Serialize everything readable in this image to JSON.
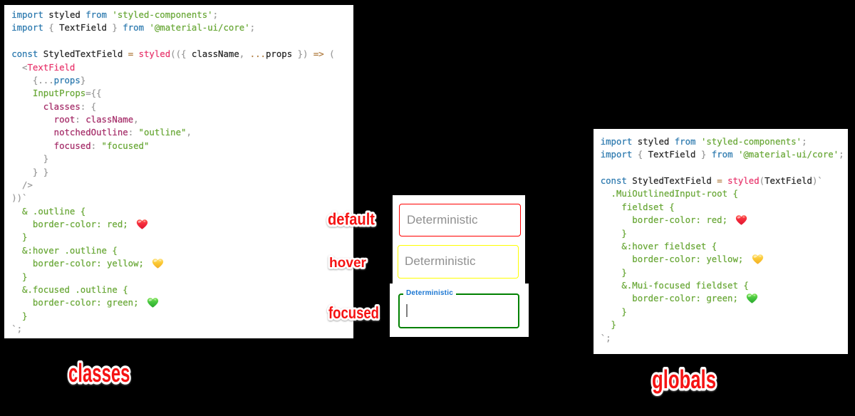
{
  "window": {
    "background": "#000000"
  },
  "palette": {
    "kw": "#2d7aaf",
    "str": "#6aa838",
    "css": "#6aa838",
    "plum": "#a52d69",
    "pink": "#e8386e",
    "op": "#b07c40",
    "punct": "#9b9b9b",
    "plain": "#282828"
  },
  "hearts": {
    "red": {
      "top": "#ff6a5e",
      "bottom": "#e01739"
    },
    "yellow": {
      "top": "#ffe380",
      "bottom": "#f5b52e"
    },
    "green": {
      "top": "#8ae95c",
      "bottom": "#2eb42c"
    }
  },
  "code_panels": {
    "left": {
      "lines": [
        [
          {
            "c": "kw",
            "t": "import"
          },
          {
            "c": "plain",
            "t": " styled "
          },
          {
            "c": "kw",
            "t": "from"
          },
          {
            "c": "str",
            "t": " 'styled-components'"
          },
          {
            "c": "punct",
            "t": ";"
          }
        ],
        [
          {
            "c": "kw",
            "t": "import"
          },
          {
            "c": "punct",
            "t": " {"
          },
          {
            "c": "plain",
            "t": " TextField "
          },
          {
            "c": "punct",
            "t": "}"
          },
          {
            "c": "kw",
            "t": " from"
          },
          {
            "c": "str",
            "t": " '@material-ui/core'"
          },
          {
            "c": "punct",
            "t": ";"
          }
        ],
        [],
        [
          {
            "c": "kw",
            "t": "const"
          },
          {
            "c": "plain",
            "t": " StyledTextField "
          },
          {
            "c": "op",
            "t": "="
          },
          {
            "c": "pink",
            "t": " styled"
          },
          {
            "c": "punct",
            "t": "(({"
          },
          {
            "c": "plain",
            "t": " className"
          },
          {
            "c": "punct",
            "t": ","
          },
          {
            "c": "op",
            "t": " ..."
          },
          {
            "c": "plain",
            "t": "props"
          },
          {
            "c": "punct",
            "t": " })"
          },
          {
            "c": "op",
            "t": " =>"
          },
          {
            "c": "punct",
            "t": " ("
          }
        ],
        [
          {
            "c": "punct",
            "t": "  <"
          },
          {
            "c": "pink",
            "t": "TextField"
          }
        ],
        [
          {
            "c": "punct",
            "t": "    {..."
          },
          {
            "c": "kw",
            "t": "props"
          },
          {
            "c": "punct",
            "t": "}"
          }
        ],
        [
          {
            "c": "str",
            "t": "    InputProps"
          },
          {
            "c": "punct",
            "t": "={{"
          }
        ],
        [
          {
            "c": "plum",
            "t": "      classes"
          },
          {
            "c": "punct",
            "t": ": {"
          }
        ],
        [
          {
            "c": "plum",
            "t": "        root"
          },
          {
            "c": "punct",
            "t": ":"
          },
          {
            "c": "plum",
            "t": " className"
          },
          {
            "c": "punct",
            "t": ","
          }
        ],
        [
          {
            "c": "plum",
            "t": "        notchedOutline"
          },
          {
            "c": "punct",
            "t": ":"
          },
          {
            "c": "str",
            "t": " \"outline\""
          },
          {
            "c": "punct",
            "t": ","
          }
        ],
        [
          {
            "c": "plum",
            "t": "        focused"
          },
          {
            "c": "punct",
            "t": ":"
          },
          {
            "c": "str",
            "t": " \"focused\""
          }
        ],
        [
          {
            "c": "punct",
            "t": "      }"
          }
        ],
        [
          {
            "c": "punct",
            "t": "    } }"
          }
        ],
        [
          {
            "c": "punct",
            "t": "  />"
          }
        ],
        [
          {
            "c": "punct",
            "t": "))`"
          }
        ],
        [
          {
            "c": "css",
            "t": "  & .outline {"
          }
        ],
        [
          {
            "c": "css",
            "t": "    border-color: red; "
          },
          {
            "h": "red"
          }
        ],
        [
          {
            "c": "css",
            "t": "  }"
          }
        ],
        [
          {
            "c": "css",
            "t": "  &:hover .outline {"
          }
        ],
        [
          {
            "c": "css",
            "t": "    border-color: yellow; "
          },
          {
            "h": "yellow"
          }
        ],
        [
          {
            "c": "css",
            "t": "  }"
          }
        ],
        [
          {
            "c": "css",
            "t": "  &.focused .outline {"
          }
        ],
        [
          {
            "c": "css",
            "t": "    border-color: green; "
          },
          {
            "h": "green"
          }
        ],
        [
          {
            "c": "css",
            "t": "  }"
          }
        ],
        [
          {
            "c": "punct",
            "t": "`;"
          }
        ]
      ]
    },
    "right": {
      "lines": [
        [
          {
            "c": "kw",
            "t": "import"
          },
          {
            "c": "plain",
            "t": " styled "
          },
          {
            "c": "kw",
            "t": "from"
          },
          {
            "c": "str",
            "t": " 'styled-components'"
          },
          {
            "c": "punct",
            "t": ";"
          }
        ],
        [
          {
            "c": "kw",
            "t": "import"
          },
          {
            "c": "punct",
            "t": " {"
          },
          {
            "c": "plain",
            "t": " TextField "
          },
          {
            "c": "punct",
            "t": "}"
          },
          {
            "c": "kw",
            "t": " from"
          },
          {
            "c": "str",
            "t": " '@material-ui/core'"
          },
          {
            "c": "punct",
            "t": ";"
          }
        ],
        [],
        [
          {
            "c": "kw",
            "t": "const"
          },
          {
            "c": "plain",
            "t": " StyledTextField "
          },
          {
            "c": "op",
            "t": "="
          },
          {
            "c": "pink",
            "t": " styled"
          },
          {
            "c": "punct",
            "t": "("
          },
          {
            "c": "plain",
            "t": "TextField"
          },
          {
            "c": "punct",
            "t": ")`"
          }
        ],
        [
          {
            "c": "css",
            "t": "  .MuiOutlinedInput-root {"
          }
        ],
        [
          {
            "c": "css",
            "t": "    fieldset {"
          }
        ],
        [
          {
            "c": "css",
            "t": "      border-color: red; "
          },
          {
            "h": "red"
          }
        ],
        [
          {
            "c": "css",
            "t": "    }"
          }
        ],
        [
          {
            "c": "css",
            "t": "    &:hover fieldset {"
          }
        ],
        [
          {
            "c": "css",
            "t": "      border-color: yellow; "
          },
          {
            "h": "yellow"
          }
        ],
        [
          {
            "c": "css",
            "t": "    }"
          }
        ],
        [
          {
            "c": "css",
            "t": "    &.Mui-focused fieldset {"
          }
        ],
        [
          {
            "c": "css",
            "t": "      border-color: green; "
          },
          {
            "h": "green"
          }
        ],
        [
          {
            "c": "css",
            "t": "    }"
          }
        ],
        [
          {
            "c": "css",
            "t": "  }"
          }
        ],
        [
          {
            "c": "punct",
            "t": "`;"
          }
        ]
      ]
    }
  },
  "textfields": {
    "default": {
      "placeholder": "Deterministic",
      "border_color": "#ff0000",
      "state_label": "default"
    },
    "hover": {
      "placeholder": "Deterministic",
      "border_color": "#ffff00",
      "state_label": "hover"
    },
    "focused": {
      "field_label": "Deterministic",
      "border_color": "#008000",
      "state_label": "focused",
      "label_color": "#1a76d2"
    }
  },
  "captions": {
    "left": "classes",
    "right": "globals",
    "color": "#f51313"
  }
}
